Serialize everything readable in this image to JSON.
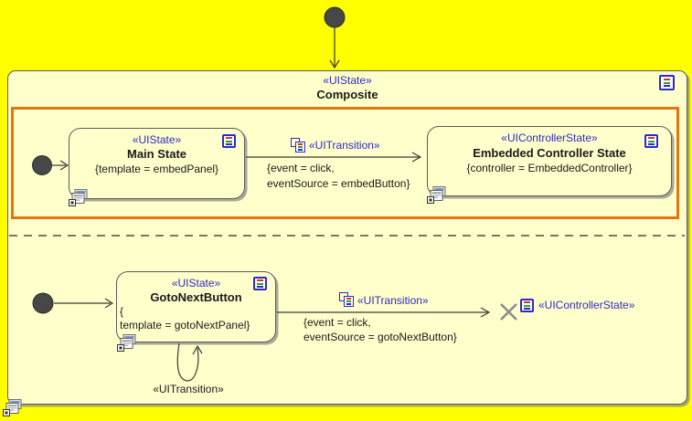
{
  "colors": {
    "canvas_yellow": "#FFFF00",
    "state_fill": "#FFFFCC",
    "highlight_orange": "#E87410",
    "stereotype_blue": "#2B2BC8",
    "border_gray": "#5B5B5B",
    "terminate_gray": "#8C8C8C"
  },
  "composite": {
    "stereotype": "«UIState»",
    "name": "Composite"
  },
  "main_state": {
    "stereotype": "«UIState»",
    "name": "Main State",
    "constraint": "{template = embedPanel}"
  },
  "embedded_state": {
    "stereotype": "«UIControllerState»",
    "name": "Embedded Controller State",
    "constraint": "{controller = EmbeddedController}"
  },
  "goto_state": {
    "stereotype": "«UIState»",
    "name": "GotoNextButton",
    "constraint_line1": "{",
    "constraint_line2": "template = gotoNextPanel}"
  },
  "transition_embed": {
    "stereotype": "«UITransition»",
    "guard_line1": "{event = click,",
    "guard_line2": "eventSource = embedButton}"
  },
  "transition_goto": {
    "stereotype": "«UITransition»",
    "guard_line1": "{event = click,",
    "guard_line2": "eventSource = gotoNextButton}"
  },
  "self_transition": {
    "stereotype": "«UITransition»"
  },
  "terminate": {
    "stereotype": "«UIControllerState»"
  }
}
